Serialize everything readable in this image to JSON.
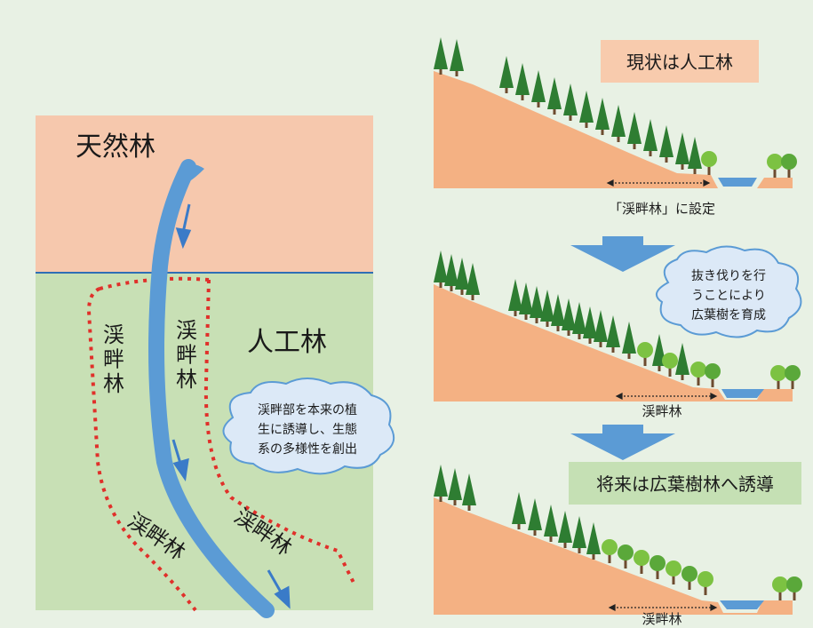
{
  "map": {
    "natural_forest": "天然林",
    "planted_forest": "人工林",
    "riparian_left": "渓畔林",
    "riparian_center": "渓畔林",
    "riparian_bottom_left": "渓畔林",
    "riparian_bottom_right": "渓畔林",
    "cloud_lines": [
      "渓畔部を本来の植",
      "生に誘導し、生態",
      "系の多様性を創出"
    ]
  },
  "stages": [
    {
      "label": "現状は人工林",
      "caption": "「渓畔林」に設定"
    },
    {
      "cloud_lines": [
        "抜き伐りを行",
        "うことにより",
        "広葉樹を育成"
      ],
      "caption": "渓畔林"
    },
    {
      "label": "将来は広葉樹林へ誘導",
      "caption": "渓畔林"
    }
  ],
  "colors": {
    "background": "#e8f1e4",
    "natural_zone": "#f6c8ad",
    "planted_zone": "#c8e0b5",
    "river": "#5b9bd5",
    "river_arrow": "#3a7bc8",
    "riparian_boundary": "#e0302a",
    "slope": "#f4b183",
    "conifer": "#2e7d32",
    "broadleaf": "#7cc242",
    "label_box_peach": "#f8cbad",
    "label_box_green": "#c5e0b4",
    "down_arrow": "#5b9bd5",
    "cloud_fill": "#dce9f7",
    "cloud_stroke": "#5b9bd5"
  }
}
